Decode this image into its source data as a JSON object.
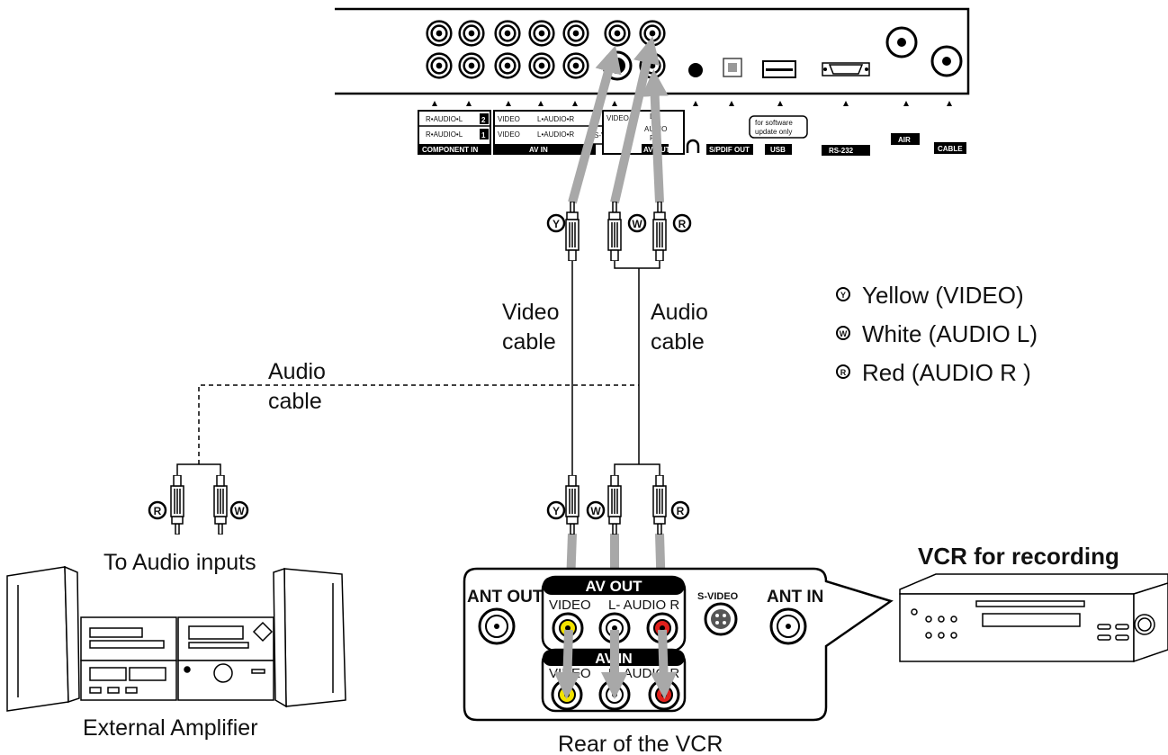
{
  "tv_panel": {
    "labels": {
      "r_audio_l": "R•AUDIO•L",
      "num_2": "2",
      "num_1": "1",
      "component_in": "COMPONENT IN",
      "video": "VIDEO",
      "l_audio_r": "L•AUDIO•R",
      "s_video": "S-VIDEO",
      "av_in": "AV  IN",
      "av_out": "AV OUT",
      "audio": "AUDIO",
      "l_mark": "L",
      "r_mark": "R",
      "spdif_out": "S/PDIF OUT",
      "software_1": "for software",
      "software_2": "update only",
      "usb": "USB",
      "rs232": "RS-232",
      "air": "AIR",
      "cable": "CABLE"
    }
  },
  "plug_marks": {
    "yellow": "Y",
    "white": "W",
    "red": "R"
  },
  "cable_labels": {
    "video_1": "Video",
    "video_2": "cable",
    "audio_1": "Audio",
    "audio_2": "cable",
    "ext_audio_1": "Audio",
    "ext_audio_2": "cable"
  },
  "legend": [
    {
      "mark": "Y",
      "text": "Yellow (VIDEO)"
    },
    {
      "mark": "W",
      "text": "White (AUDIO L)"
    },
    {
      "mark": "R",
      "text": "Red (AUDIO R )"
    }
  ],
  "amplifier": {
    "to_inputs": "To Audio inputs",
    "caption": "External Amplifier"
  },
  "vcr": {
    "title": "VCR for recording",
    "caption": "Rear of the VCR",
    "ant_out": "ANT OUT",
    "ant_in": "ANT IN",
    "av_out": "AV OUT",
    "av_in": "AV IN",
    "s_video": "S-VIDEO",
    "video": "VIDEO",
    "l_audio_r": "L- AUDIO R"
  },
  "colors": {
    "yellow_jack": "#f2e200",
    "red_jack": "#e0201c",
    "arrow_gray": "#a8a8a8"
  }
}
